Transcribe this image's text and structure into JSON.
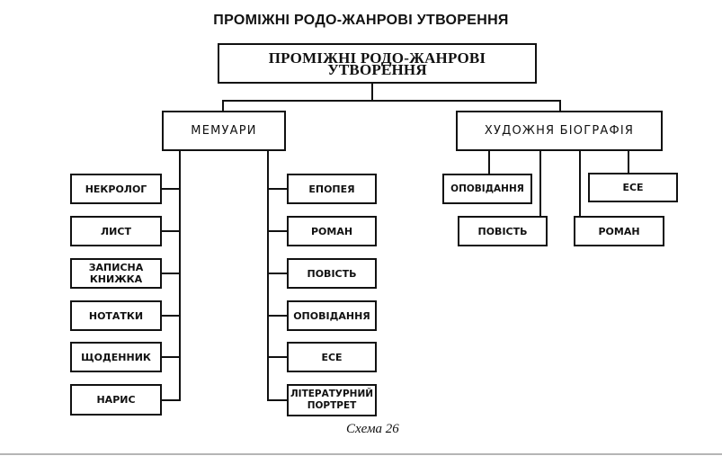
{
  "heading": "ПРОМІЖНІ РОДО-ЖАНРОВІ УТВОРЕННЯ",
  "root": {
    "label": "ПРОМІЖНІ РОДО-ЖАНРОВІ УТВОРЕННЯ"
  },
  "branches": [
    {
      "label": "МЕМУАРИ",
      "left_children": [
        "НЕКРОЛОГ",
        "ЛИСТ",
        "ЗАПИСНА КНИЖКА",
        "НОТАТКИ",
        "ЩОДЕННИК",
        "НАРИС"
      ],
      "right_children": [
        "ЕПОПЕЯ",
        "РОМАН",
        "ПОВІСТЬ",
        "ОПОВІДАННЯ",
        "ЕСЕ",
        "ЛІТЕРАТУРНИЙ ПОРТРЕТ"
      ]
    },
    {
      "label": "ХУДОЖНЯ БІОГРАФІЯ",
      "children": [
        "ОПОВІДАННЯ",
        "ПОВІСТЬ",
        "РОМАН",
        "ЕСЕ"
      ]
    }
  ],
  "caption": "Схема 26"
}
